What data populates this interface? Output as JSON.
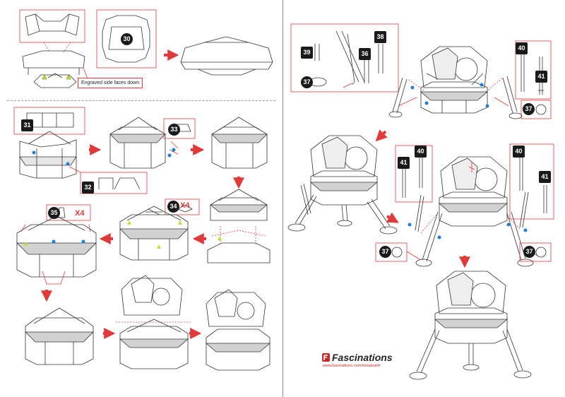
{
  "steps": {
    "s30": "30",
    "s31": "31",
    "s32": "32",
    "s33": "33",
    "s34": "34",
    "s35": "35",
    "s36": "36",
    "s37a": "37",
    "s37b": "37",
    "s37c": "37",
    "s37d": "37",
    "s38": "38",
    "s39": "39",
    "s40a": "40",
    "s40b": "40",
    "s40c": "40",
    "s41a": "41",
    "s41b": "41",
    "s41c": "41"
  },
  "multipliers": {
    "m34": "X4",
    "m35": "X4"
  },
  "notes": {
    "engraved": "Engraved side faces down"
  },
  "brand": {
    "name": "Fascinations",
    "url": "www.fascinations.com/metalearth"
  },
  "colors": {
    "accent": "#e03a3a",
    "callout_border": "#e03a3a",
    "dot_blue": "#1e7fd6",
    "dot_green": "#c4e03a"
  }
}
